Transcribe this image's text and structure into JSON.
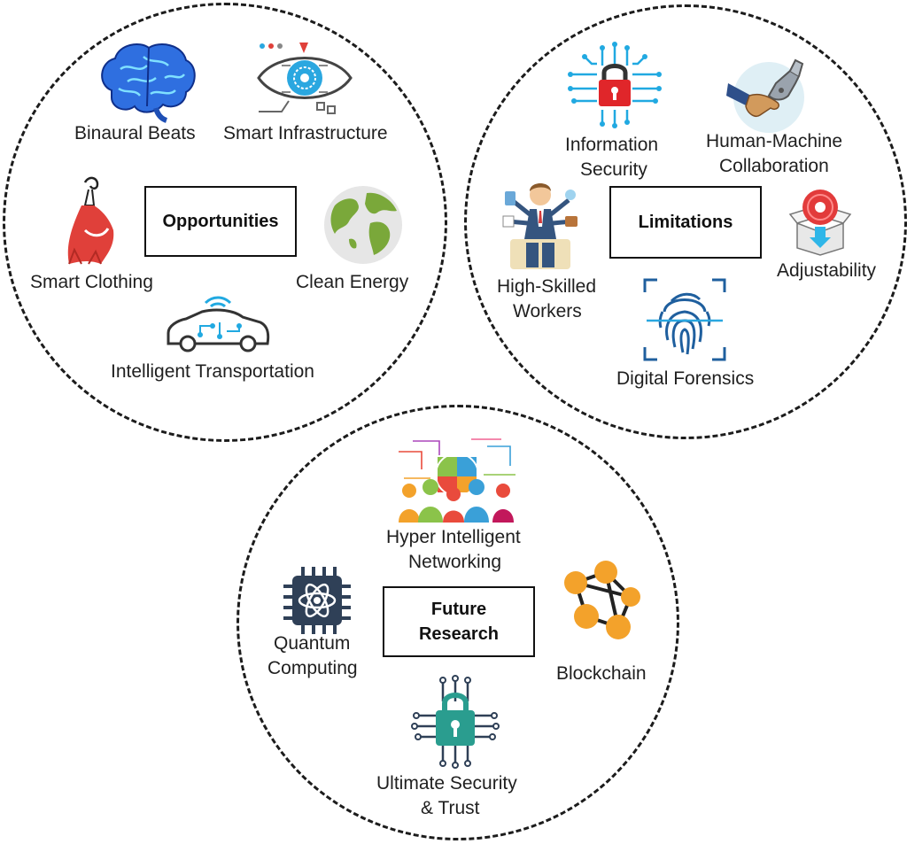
{
  "sections": {
    "opportunities": {
      "title": "Opportunities",
      "items": {
        "binaural_beats": "Binaural Beats",
        "smart_infrastructure": "Smart Infrastructure",
        "smart_clothing": "Smart Clothing",
        "clean_energy": "Clean Energy",
        "intelligent_transportation": "Intelligent Transportation"
      }
    },
    "limitations": {
      "title": "Limitations",
      "items": {
        "information_security_1": "Information",
        "information_security_2": "Security",
        "human_machine_1": "Human-Machine",
        "human_machine_2": "Collaboration",
        "adjustability": "Adjustability",
        "high_skilled_1": "High-Skilled",
        "high_skilled_2": "Workers",
        "digital_forensics": "Digital Forensics"
      }
    },
    "future_research": {
      "title_line1": "Future",
      "title_line2": "Research",
      "items": {
        "hyper_1": "Hyper Intelligent",
        "hyper_2": "Networking",
        "quantum_1": "Quantum",
        "quantum_2": "Computing",
        "blockchain": "Blockchain",
        "security_1": "Ultimate Security",
        "security_2": "& Trust"
      }
    }
  },
  "colors": {
    "brain_blue": "#2f6fe0",
    "eye_blue": "#2aa7e0",
    "dress_red": "#e0403a",
    "globe_green": "#7aa83a",
    "circuit_cyan": "#21a9e1",
    "lock_red": "#e0262a",
    "chip_navy": "#2f4057",
    "block_orange": "#f3a22b",
    "secure_teal": "#2a9d8f"
  }
}
